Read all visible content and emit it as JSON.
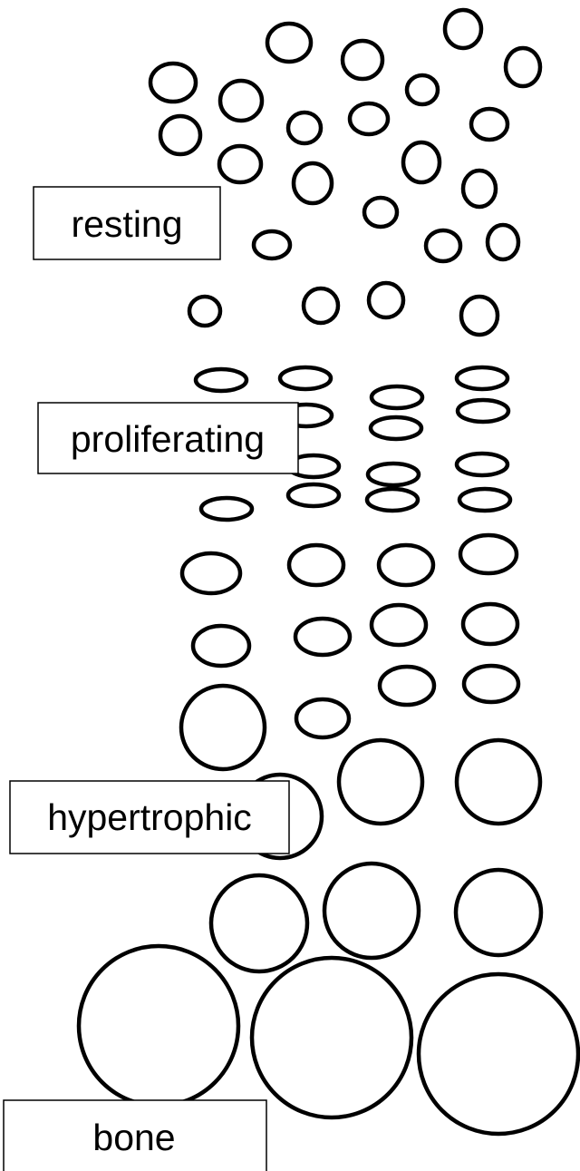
{
  "zones": [
    {
      "label": "resting"
    },
    {
      "label": "proliferating"
    },
    {
      "label": "hypertrophic"
    },
    {
      "label": "bone"
    }
  ],
  "colors": {
    "stroke": "#000000",
    "background": "#ffffff"
  }
}
